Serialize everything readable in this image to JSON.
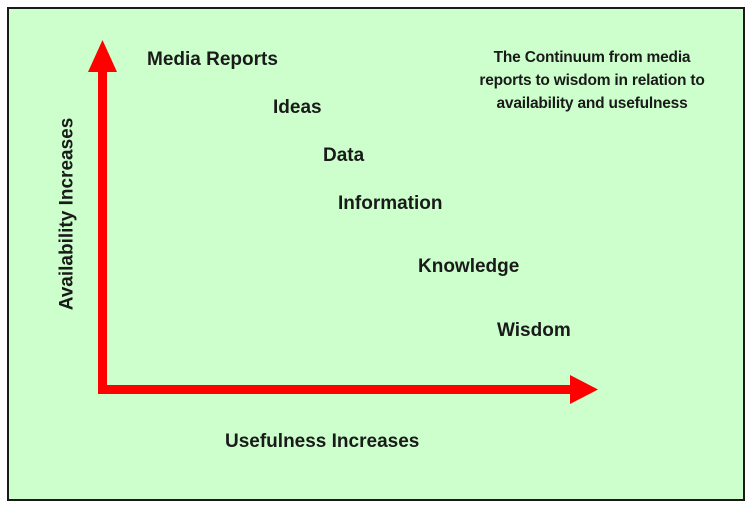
{
  "caption": "The Continuum from media reports to wisdom in relation to availability and usefulness",
  "y_axis_label": "Availability Increases",
  "x_axis_label": "Usefulness Increases",
  "items": [
    "Media Reports",
    "Ideas",
    "Data",
    "Information",
    "Knowledge",
    "Wisdom"
  ],
  "colors": {
    "background": "#ccffcc",
    "arrow": "#ff0000",
    "text": "#1a1a1a",
    "border": "#1a1a1a"
  }
}
